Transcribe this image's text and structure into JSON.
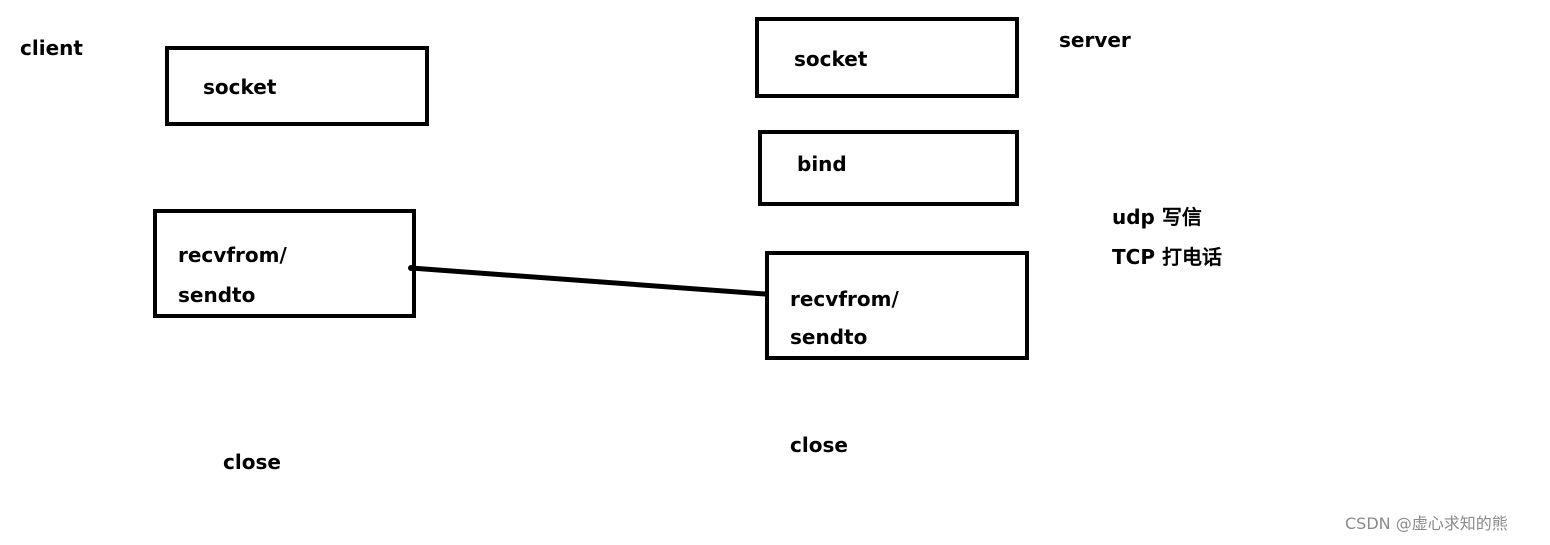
{
  "client": {
    "label": "client",
    "socket_label": "socket",
    "io_line1": "recvfrom/",
    "io_line2": "sendto",
    "close_label": "close"
  },
  "server": {
    "label": "server",
    "socket_label": "socket",
    "bind_label": "bind",
    "io_line1": "recvfrom/",
    "io_line2": "sendto",
    "close_label": "close"
  },
  "notes": {
    "udp": "udp 写信",
    "tcp": "TCP 打电话"
  },
  "watermark": "CSDN @虚心求知的熊"
}
